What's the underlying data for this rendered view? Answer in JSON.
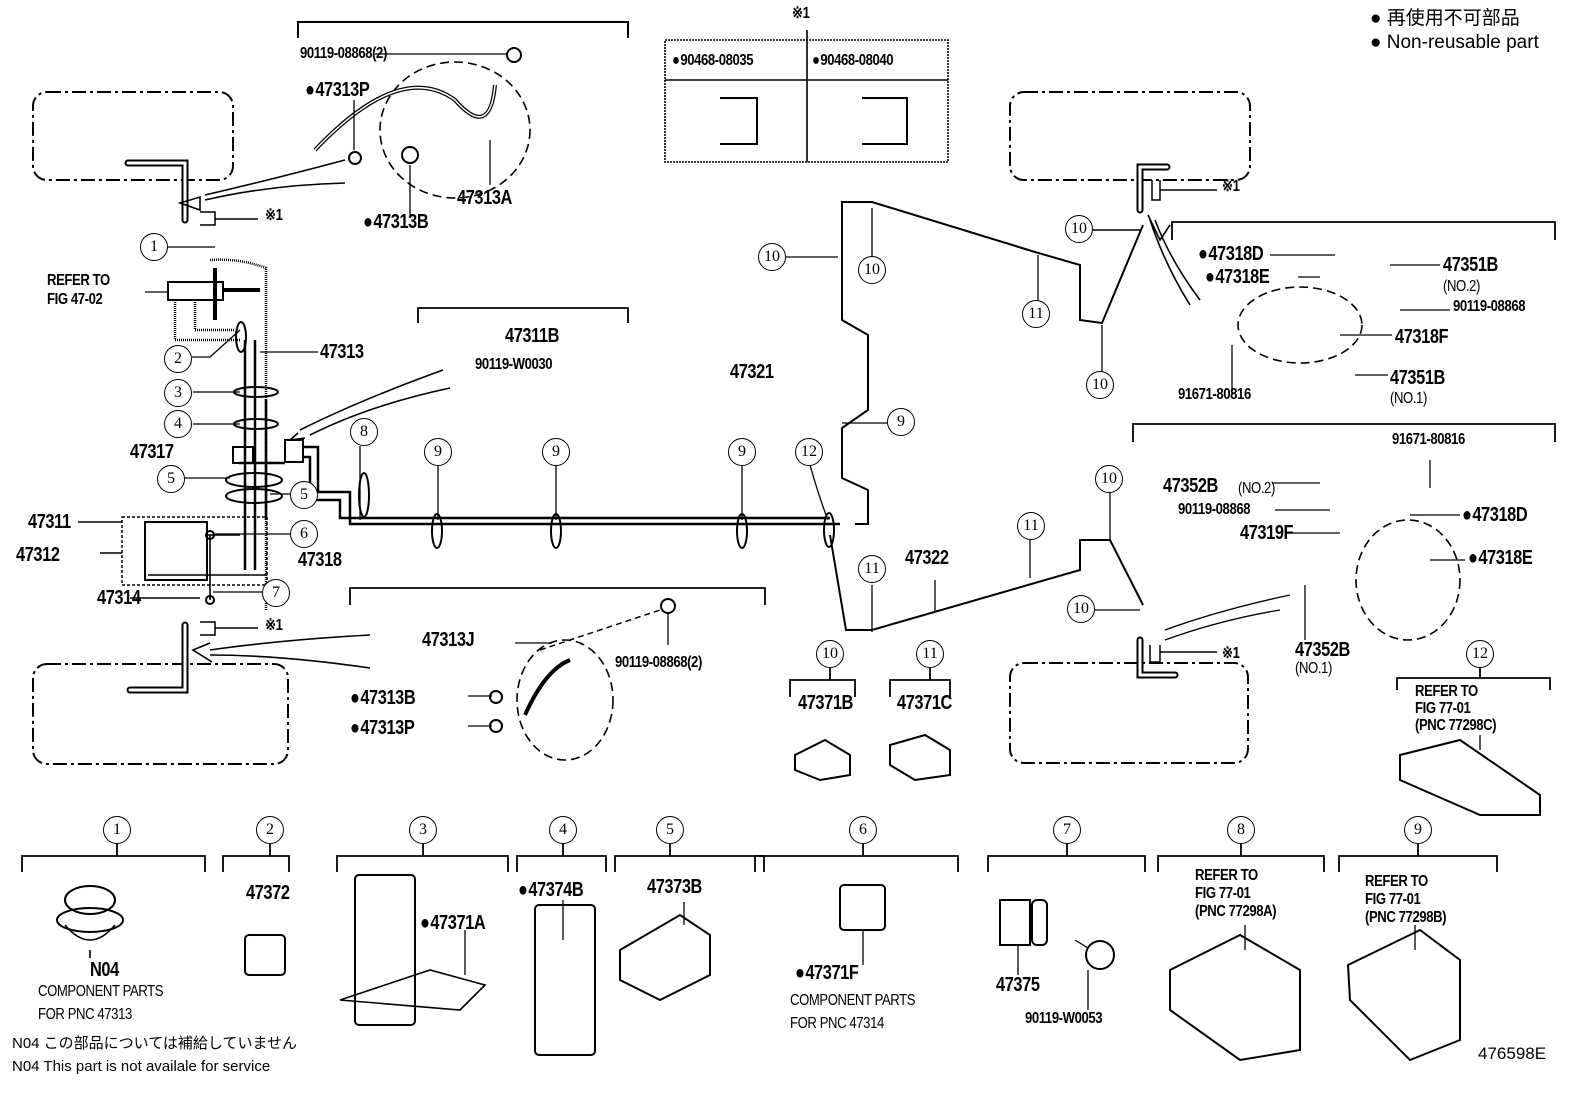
{
  "legend": {
    "marker": "●",
    "jp": "再使用不可部品",
    "en": "Non-reusable part"
  },
  "figure_id": "476598E",
  "ref_mark": "※1",
  "clip_table": {
    "header": "※1",
    "cells": [
      {
        "part": "90468-08035",
        "non_reusable": true
      },
      {
        "part": "90468-08040",
        "non_reusable": true
      }
    ]
  },
  "refer_master": {
    "line1": "REFER TO",
    "line2": "FIG 47-02"
  },
  "parts": {
    "p90119_08868_2_top": "90119-08868(2)",
    "p47313P_top": "47313P",
    "p47313B_top": "47313B",
    "p47313A": "47313A",
    "p47313": "47313",
    "p47311B": "47311B",
    "p90119_W0030": "90119-W0030",
    "p47317": "47317",
    "p47311": "47311",
    "p47312": "47312",
    "p47318": "47318",
    "p47314": "47314",
    "p47313J": "47313J",
    "p90119_08868_2_bot": "90119-08868(2)",
    "p47313B_bot": "47313B",
    "p47313P_bot": "47313P",
    "p47321": "47321",
    "p47322": "47322",
    "p47318D_top": "47318D",
    "p47318E_top": "47318E",
    "p47351B_no2": "47351B",
    "p47351B_no2_sub": "(NO.2)",
    "p90119_08868_r": "90119-08868",
    "p47318F": "47318F",
    "p91671_80816_top": "91671-80816",
    "p47351B_no1": "47351B",
    "p47351B_no1_sub": "(NO.1)",
    "p91671_80816_bot": "91671-80816",
    "p47352B_no2": "47352B",
    "p47352B_no2_sub": "(NO.2)",
    "p90119_08868_r2": "90119-08868",
    "p47319F": "47319F",
    "p47318D_bot": "47318D",
    "p47318E_bot": "47318E",
    "p47352B_no1": "47352B",
    "p47352B_no1_sub": "(NO.1)"
  },
  "callouts_top": {
    "c10": "10",
    "c11": "11",
    "c12": "12",
    "c9": "9",
    "c8": "8"
  },
  "mid_groups": [
    {
      "num": "10",
      "part": "47371B"
    },
    {
      "num": "11",
      "part": "47371C"
    },
    {
      "num": "12",
      "line1": "REFER TO",
      "line2": "FIG 77-01",
      "line3": "(PNC 77298C)"
    }
  ],
  "bottom_groups": [
    {
      "num": "1",
      "part": "N04",
      "desc1": "COMPONENT PARTS",
      "desc2": "FOR PNC 47313"
    },
    {
      "num": "2",
      "part": "47372"
    },
    {
      "num": "3",
      "part": "47371A",
      "non_reusable": true
    },
    {
      "num": "4",
      "part": "47374B",
      "non_reusable": true
    },
    {
      "num": "5",
      "part": "47373B"
    },
    {
      "num": "6",
      "part": "47371F",
      "non_reusable": true,
      "desc1": "COMPONENT PARTS",
      "desc2": "FOR PNC 47314"
    },
    {
      "num": "7",
      "part_a": "47375",
      "part_b": "90119-W0053"
    },
    {
      "num": "8",
      "line1": "REFER TO",
      "line2": "FIG 77-01",
      "line3": "(PNC 77298A)"
    },
    {
      "num": "9",
      "line1": "REFER TO",
      "line2": "FIG 77-01",
      "line3": "(PNC 77298B)"
    }
  ],
  "notes": {
    "jp": "N04 この部品については補給していません",
    "en": "N04 This part is not availale for service"
  }
}
